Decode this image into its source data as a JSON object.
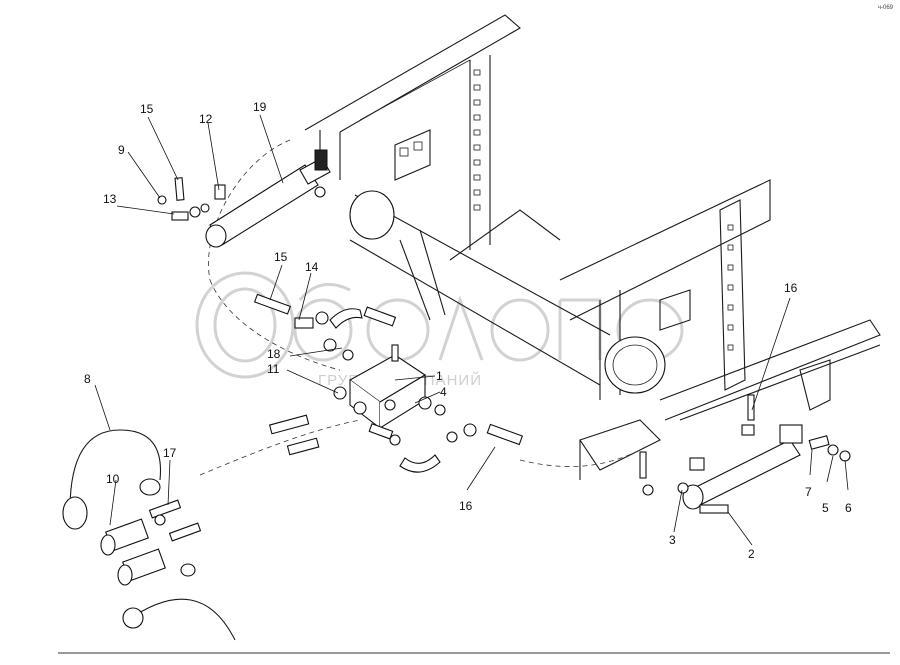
{
  "page_id": "ч-069",
  "watermark": {
    "brand": "белагро",
    "tagline": "ГРУППА КОМПАНИЙ"
  },
  "callouts": [
    {
      "id": "c1",
      "text": "1"
    },
    {
      "id": "c2",
      "text": "2"
    },
    {
      "id": "c3",
      "text": "3"
    },
    {
      "id": "c4",
      "text": "4"
    },
    {
      "id": "c5",
      "text": "5"
    },
    {
      "id": "c6",
      "text": "6"
    },
    {
      "id": "c7",
      "text": "7"
    },
    {
      "id": "c8",
      "text": "8"
    },
    {
      "id": "c9",
      "text": "9"
    },
    {
      "id": "c10",
      "text": "10"
    },
    {
      "id": "c11",
      "text": "11"
    },
    {
      "id": "c12",
      "text": "12"
    },
    {
      "id": "c13",
      "text": "13"
    },
    {
      "id": "c14",
      "text": "14"
    },
    {
      "id": "c15a",
      "text": "15"
    },
    {
      "id": "c15b",
      "text": "15"
    },
    {
      "id": "c16a",
      "text": "16"
    },
    {
      "id": "c16b",
      "text": "16"
    },
    {
      "id": "c17",
      "text": "17"
    },
    {
      "id": "c18",
      "text": "18"
    },
    {
      "id": "c19",
      "text": "19"
    }
  ]
}
